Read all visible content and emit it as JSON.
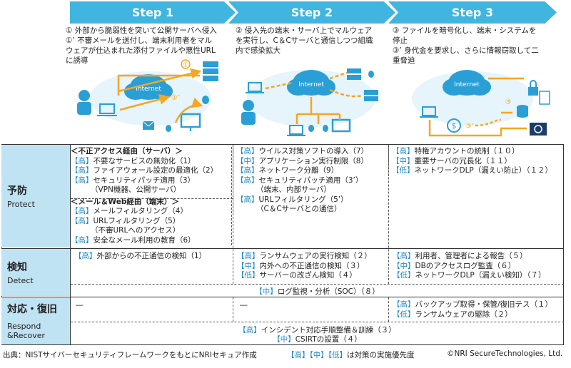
{
  "steps": [
    {
      "label": "Step 1",
      "desc": [
        "① 外部から脆弱性を突いて公開サーバへ侵入",
        "①’ 不審メールを送付し、端末利用者をマル",
        "ウェアが仕込まれた添付ファイルや悪性URL",
        "に誘導"
      ]
    },
    {
      "label": "Step 2",
      "desc": [
        "② 侵入先の端末・サーバ上でマルウェア",
        "を実行し、C＆Cサーバと通信しつつ組織",
        "内で感染拡大"
      ]
    },
    {
      "label": "Step 3",
      "desc": [
        "③ ファイルを暗号化し、端末・システムを",
        "停止",
        "③’ 身代金を要求し、さらに情報窃取して二",
        "重脅迫"
      ]
    }
  ],
  "illust_labels": {
    "internet": "Internet",
    "n1": "①",
    "n1p": "①’",
    "n3": "③",
    "n3p": "③’"
  },
  "rows": {
    "protect": {
      "jp": "予防",
      "en": "Protect"
    },
    "detect": {
      "jp": "検知",
      "en": "Detect"
    },
    "respond": {
      "jp": "対応・復旧",
      "en1": "Respond",
      "en2": "&Recover"
    }
  },
  "protect": {
    "col1": {
      "h1": "＜不正アクセス経由（サーバ）＞",
      "a": [
        {
          "p": "【高】",
          "t": "不要なサービスの無効化（1）"
        },
        {
          "p": "【高】",
          "t": "ファイアウォール設定の最適化（2）"
        },
        {
          "p": "【高】",
          "t": "セキュリティパッチ適用（3）"
        }
      ],
      "a_sub": "（VPN機器、公開サーバ）",
      "h2": "＜メール＆Web経由（端末）＞",
      "b": [
        {
          "p": "【高】",
          "t": "メールフィルタリング（4）"
        },
        {
          "p": "【高】",
          "t": "URLフィルタリング（5）"
        }
      ],
      "b_sub": "（不審URLへのアクセス）",
      "b_last": {
        "p": "【高】",
        "t": "安全なメール利用の教育（6）"
      }
    },
    "col2": {
      "items": [
        {
          "p": "【高】",
          "t": "ウイルス対策ソフトの導入（7）"
        },
        {
          "p": "【中】",
          "t": "アプリケーション実行制限（8）"
        },
        {
          "p": "【高】",
          "t": "ネットワーク分離（9）"
        },
        {
          "p": "【高】",
          "t": "セキュリティパッチ適用（3’）"
        }
      ],
      "sub1": "（端末、内部サーバ）",
      "last": {
        "p": "【高】",
        "t": "URLフィルタリング（5’）"
      },
      "sub2": "（C＆Cサーバとの通信）"
    },
    "col3": {
      "items": [
        {
          "p": "【高】",
          "t": "特権アカウントの統制（１０）"
        },
        {
          "p": "【中】",
          "t": "重要サーバの冗長化（１１）"
        },
        {
          "p": "【低】",
          "t": "ネットワークDLP（漏えい防止）（１２）"
        }
      ]
    }
  },
  "detect": {
    "col1": [
      {
        "p": "【高】",
        "t": "外部からの不正通信の検知（1）"
      }
    ],
    "col2": [
      {
        "p": "【高】",
        "t": "ランサムウェアの実行検知（２）"
      },
      {
        "p": "【中】",
        "t": "内外への不正通信の検知（３）"
      },
      {
        "p": "【低】",
        "t": "サーバーの改ざん検知（４）"
      }
    ],
    "col3": [
      {
        "p": "【高】",
        "t": "利用者、管理者による報告（５）"
      },
      {
        "p": "【中】",
        "t": "DBのアクセスログ監査（６）"
      },
      {
        "p": "【低】",
        "t": "ネットワークDLP（漏えい検知）（７）"
      }
    ],
    "shared": {
      "p": "【中】",
      "t": "ログ監視・分析（SOC）（８）"
    }
  },
  "respond": {
    "col1": "―",
    "col2": "―",
    "col3": [
      {
        "p": "【高】",
        "t": "バックアップ取得・保管/復旧テス（１）"
      },
      {
        "p": "【低】",
        "t": "ランサムウェアの駆除（２）"
      }
    ],
    "shared1": {
      "p": "【高】",
      "t": "インシデント対応手順整備＆訓練（３）"
    },
    "shared2": {
      "p": "【中】",
      "t": "CSIRTの設置（４）"
    }
  },
  "footer": {
    "source": "出典：NISTサイバーセキュリティフレームワークをもとにNRIセキュア作成",
    "legend_marks": "【高】【中】【低】",
    "legend_text": "は対策の実施優先度",
    "copyright": "©NRI SecureTechnologies, Ltd."
  },
  "colors": {
    "banner": "#3fb5df",
    "label_bg": "#bfe3f3",
    "priority": "#1e88c8",
    "arrow": "#f5a623",
    "device": "#2a9fd6"
  }
}
